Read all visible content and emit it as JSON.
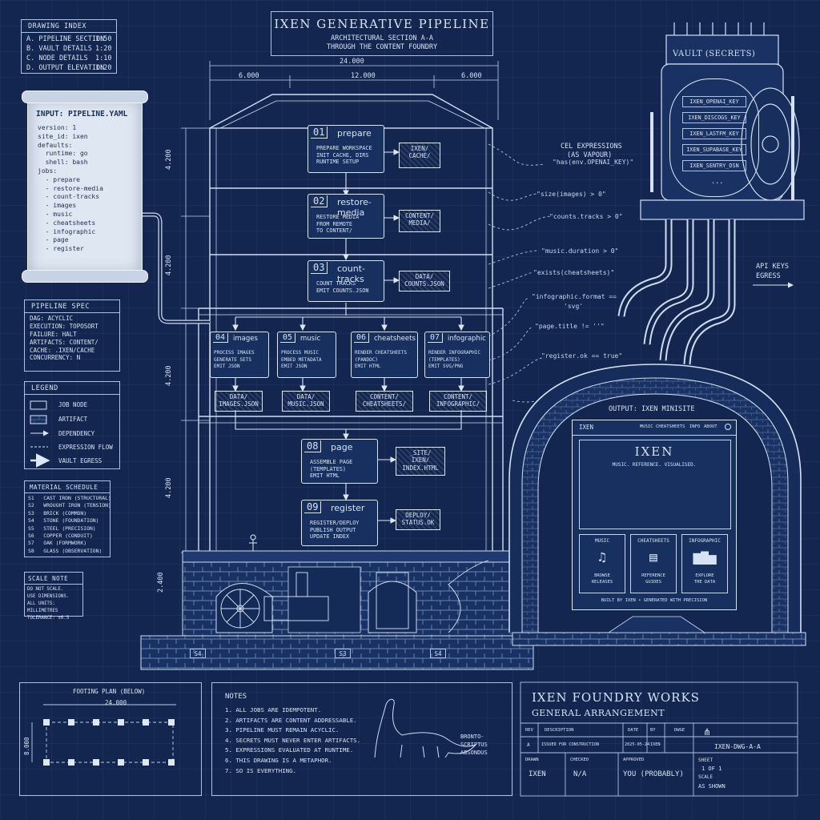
{
  "title": {
    "main": "IXEN GENERATIVE PIPELINE",
    "sub1": "ARCHITECTURAL SECTION A-A",
    "sub2": "THROUGH THE CONTENT FOUNDRY"
  },
  "drawing_index": {
    "title": "DRAWING INDEX",
    "items": [
      {
        "label": "A. PIPELINE SECTION",
        "scale": "1:50"
      },
      {
        "label": "B. VAULT DETAILS",
        "scale": "1:20"
      },
      {
        "label": "C. NODE DETAILS",
        "scale": "1:10"
      },
      {
        "label": "D. OUTPUT ELEVATION",
        "scale": "1:20"
      }
    ]
  },
  "dimensions": {
    "total": "24.000",
    "left": "6.000",
    "center": "12.000",
    "right": "6.000",
    "floor": "4.200",
    "base": "2.400"
  },
  "scroll": {
    "title": "INPUT: PIPELINE.YAML",
    "lines": [
      "version: 1",
      "site_id: ixen",
      "defaults:",
      "  runtime: go",
      "  shell: bash",
      "jobs:",
      "  - prepare",
      "  - restore-media",
      "  - count-tracks",
      "  - images",
      "  - music",
      "  - cheatsheets",
      "  - infographic",
      "  - page",
      "  - register"
    ]
  },
  "pipeline_spec": {
    "title": "PIPELINE SPEC",
    "lines": [
      "DAG: ACYCLIC",
      "EXECUTION: TOPOSORT",
      "FAILURE: HALT",
      "ARTIFACTS: CONTENT/",
      "CACHE: .IXEN/CACHE",
      "CONCURRENCY: N"
    ]
  },
  "legend": {
    "title": "LEGEND",
    "items": [
      "JOB NODE",
      "ARTIFACT",
      "DEPENDENCY",
      "EXPRESSION FLOW",
      "VAULT EGRESS"
    ]
  },
  "material_schedule": {
    "title": "MATERIAL SCHEDULE",
    "items": [
      "S1   CAST IRON (STRUCTURAL)",
      "S2   WROUGHT IRON (TENSION)",
      "S3   BRICK (COMMON)",
      "S4   STONE (FOUNDATION)",
      "S5   STEEL (PRECISION)",
      "S6   COPPER (CONDUIT)",
      "S7   OAK (FORMWORK)",
      "S8   GLASS (OBSERVATION)"
    ]
  },
  "scale_note": {
    "title": "SCALE NOTE",
    "lines": [
      "DO NOT SCALE.",
      "USE DIMENSIONS.",
      "ALL UNITS: MILLIMETRES",
      "TOLERANCE: ±0.5"
    ]
  },
  "jobs": [
    {
      "num": "01",
      "name": "prepare",
      "desc": [
        "PREPARE WORKSPACE",
        "INIT CACHE, DIRS",
        "RUNTIME SETUP"
      ],
      "artifact": [
        "IXEN/",
        "CACHE/"
      ]
    },
    {
      "num": "02",
      "name": "restore-media",
      "desc": [
        "RESTORE MEDIA",
        "FROM REMOTE",
        "TO CONTENT/"
      ],
      "artifact": [
        "CONTENT/",
        "MEDIA/"
      ]
    },
    {
      "num": "03",
      "name": "count-tracks",
      "desc": [
        "COUNT TRACKS",
        "EMIT COUNTS.JSON"
      ],
      "artifact": [
        "DATA/",
        "COUNTS.JSON"
      ]
    },
    {
      "num": "04",
      "name": "images",
      "desc": [
        "PROCESS IMAGES",
        "GENERATE SETS",
        "EMIT JSON"
      ],
      "artifact": [
        "DATA/",
        "IMAGES.JSON"
      ]
    },
    {
      "num": "05",
      "name": "music",
      "desc": [
        "PROCESS MUSIC",
        "EMBED METADATA",
        "EMIT JSON"
      ],
      "artifact": [
        "DATA/",
        "MUSIC.JSON"
      ]
    },
    {
      "num": "06",
      "name": "cheatsheets",
      "desc": [
        "RENDER CHEATSHEETS",
        "(PANDOC)",
        "EMIT HTML"
      ],
      "artifact": [
        "CONTENT/",
        "CHEATSHEETS/"
      ]
    },
    {
      "num": "07",
      "name": "infographic",
      "desc": [
        "RENDER INFOGRAPHIC",
        "(TEMPLATES)",
        "EMIT SVG/PNG"
      ],
      "artifact": [
        "CONTENT/",
        "INFOGRAPHIC/"
      ]
    },
    {
      "num": "08",
      "name": "page",
      "desc": [
        "ASSEMBLE PAGE",
        "(TEMPLATES)",
        "EMIT HTML"
      ],
      "artifact": [
        "_SITE/",
        "IXEN/",
        "INDEX.HTML"
      ]
    },
    {
      "num": "09",
      "name": "register",
      "desc": [
        "REGISTER/DEPLOY",
        "PUBLISH OUTPUT",
        "UPDATE INDEX"
      ],
      "artifact": [
        "DEPLOY/",
        "STATUS.OK"
      ]
    }
  ],
  "expressions": {
    "title": [
      "CEL EXPRESSIONS",
      "(AS VAPOUR)"
    ],
    "items": [
      "\"has(env.OPENAI_KEY)\"",
      "\"size(images) > 0\"",
      "\"counts.tracks > 0\"",
      "\"music.duration > 0\"",
      "\"exists(cheatsheets)\"",
      "\"infographic.format ==",
      "'svg'",
      "\"page.title != ''\"",
      "\"register.ok == true\""
    ]
  },
  "vault": {
    "title": "VAULT (SECRETS)",
    "keys": [
      "IXEN_OPENAI_KEY",
      "IXEN_DISCOGS_KEY",
      "IXEN_LASTFM_KEY",
      "IXEN_SUPABASE_KEY",
      "IXEN_SENTRY_DSN"
    ],
    "more": "...",
    "egress": [
      "API KEYS",
      "EGRESS"
    ]
  },
  "output": {
    "title": "OUTPUT: IXEN MINISITE",
    "brand": "IXEN",
    "nav": [
      "MUSIC",
      "CHEATSHEETS",
      "INFO",
      "ABOUT"
    ],
    "hero_title": "IXEN",
    "hero_sub": "MUSIC. REFERENCE. VISUALISED.",
    "cards": [
      {
        "title": "MUSIC",
        "lines": [
          "BROWSE",
          "RELEASES"
        ]
      },
      {
        "title": "CHEATSHEETS",
        "lines": [
          "REFERENCE",
          "GUIDES"
        ]
      },
      {
        "title": "INFOGRAPHIC",
        "lines": [
          "EXPLORE",
          "THE DATA"
        ]
      }
    ],
    "footer": "BUILT BY IXEN • GENERATED WITH PRECISION"
  },
  "material_tags": [
    "S4",
    "S3",
    "S4"
  ],
  "footing": {
    "title": "FOOTING PLAN (BELOW)",
    "width": "24.000",
    "depth": "8.000"
  },
  "notes": {
    "title": "NOTES",
    "items": [
      "1. ALL JOBS ARE IDEMPOTENT.",
      "2. ARTIFACTS ARE CONTENT ADDRESSABLE.",
      "3. PIPELINE MUST REMAIN ACYCLIC.",
      "4. SECRETS MUST NEVER ENTER ARTIFACTS.",
      "5. EXPRESSIONS EVALUATED AT RUNTIME.",
      "6. THIS DRAWING IS A METAPHOR.",
      "7. SO IS EVERYTHING."
    ],
    "creature": [
      "BRONTO-",
      "SCRIPTUS",
      "ABSONDUS"
    ]
  },
  "title_block": {
    "company": "IXEN FOUNDRY WORKS",
    "subtitle": "GENERAL ARRANGEMENT",
    "headers": [
      "REV",
      "DESCRIPTION",
      "DATE",
      "BY",
      "DWGE"
    ],
    "rev_row": [
      "A",
      "ISSUED FOR CONSTRUCTION",
      "2025-05-24",
      "IXEN"
    ],
    "dwg_no": "IXEN-DWG-A-A",
    "drawn_label": "DRAWN",
    "drawn": "IXEN",
    "checked_label": "CHECKED",
    "checked": "N/A",
    "approved_label": "APPROVED",
    "approved": "YOU (PROBABLY)",
    "sheet_label": "SHEET",
    "sheet": "1 OF 1",
    "scale_label": "SCALE",
    "scale": "AS SHOWN"
  }
}
